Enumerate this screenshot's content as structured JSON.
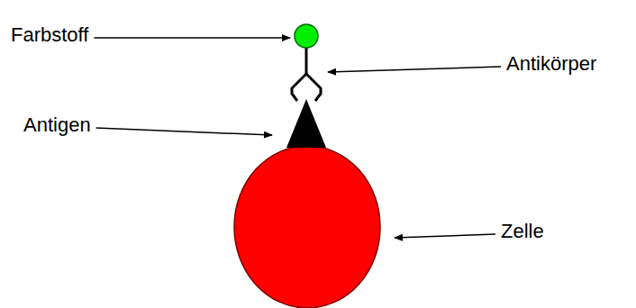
{
  "diagram": {
    "labels": [
      "Farbstoff",
      "Antikörper",
      "Antigen",
      "Zelle"
    ]
  }
}
